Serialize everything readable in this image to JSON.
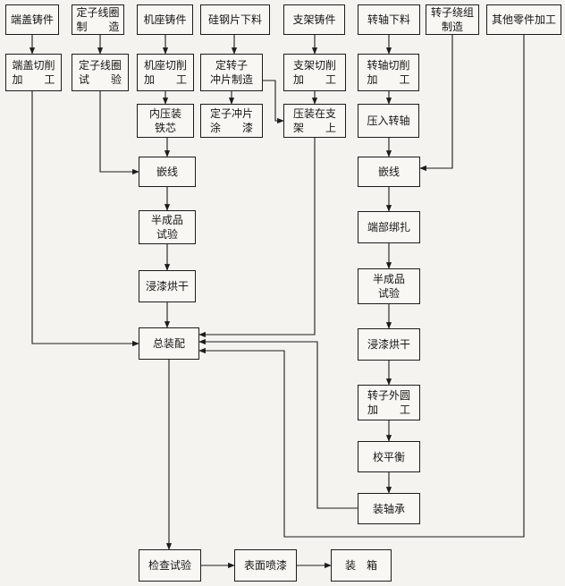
{
  "diagram": {
    "row1": {
      "end_cover_casting": "端盖铸件",
      "stator_coil_making": [
        "定子线圈",
        "制　　造"
      ],
      "frame_casting": "机座铸件",
      "silicon_steel_blanking": "硅钢片下料",
      "bracket_casting": "支架铸件",
      "shaft_blanking": "转轴下料",
      "rotor_winding_making": [
        "转子绕组",
        "制造"
      ],
      "other_parts_machining": "其他零件加工"
    },
    "row2": {
      "end_cover_machining": [
        "端盖切削",
        "加　　工"
      ],
      "stator_coil_test": [
        "定子线圈",
        "试　　验"
      ],
      "frame_machining": [
        "机座切削",
        "加　　工"
      ],
      "stator_rotor_punching": [
        "定转子",
        "冲片制造"
      ],
      "bracket_machining": [
        "支架切削",
        "加　　工"
      ],
      "shaft_machining": [
        "转轴切削",
        "加　　工"
      ]
    },
    "row3": {
      "press_core": [
        "内压装",
        "铁芯"
      ],
      "stator_punching_paint": [
        "定子冲片",
        "涂　　漆"
      ],
      "press_on_bracket": [
        "压装在支",
        "架　　上"
      ],
      "press_shaft": "压入转轴"
    },
    "stator_line": {
      "embed_wire": "嵌线",
      "semi_test": [
        "半成品",
        "试验"
      ],
      "dip_dry": "浸漆烘干"
    },
    "rotor_line": {
      "embed_wire": "嵌线",
      "end_binding": "端部绑扎",
      "semi_test": [
        "半成品",
        "试验"
      ],
      "dip_dry": "浸漆烘干",
      "rotor_od_machining": [
        "转子外圆",
        "加　　工"
      ],
      "balancing": "校平衡",
      "bearing_install": "装轴承"
    },
    "final": {
      "assembly": "总装配",
      "inspection_test": "检查试验",
      "surface_spray": "表面喷漆",
      "packing": "装　箱"
    }
  }
}
